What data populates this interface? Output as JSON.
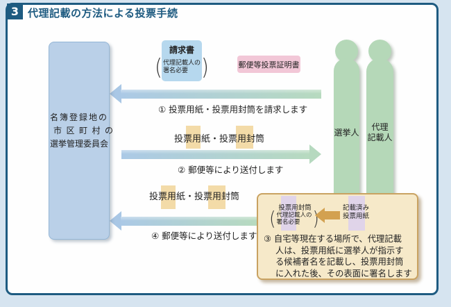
{
  "header": {
    "badge": "3",
    "title": "代理記載の方法による投票手続"
  },
  "committee_box": {
    "line1": "名簿登録地の",
    "line2": "市区町村の",
    "line3": "選挙管理委員会"
  },
  "request_doc": {
    "title": "請求書",
    "paren_open": "(",
    "paren_close": ")",
    "note_line1": "代理記載人の",
    "note_line2": "署名必要"
  },
  "certificate": {
    "label": "郵便等投票証明書"
  },
  "flow": {
    "step1_label": "① 投票用紙・投票用封筒を請求します",
    "item_label_mid": "投票用紙・投票用封筒",
    "step2_label": "② 郵便等により送付します",
    "item_label_low": "投票用紙・投票用封筒",
    "step4_label": "④ 郵便等により送付します"
  },
  "people": {
    "elector_label": "選挙人",
    "proxy_line1": "代理",
    "proxy_line2": "記載人"
  },
  "step3_box": {
    "envelope_title": "投票用封筒",
    "paren_open": "(",
    "paren_close": ")",
    "envelope_note_line1": "代理記載人の",
    "envelope_note_line2": "署名必要",
    "ballot_line1": "記載済み",
    "ballot_line2": "投票用紙",
    "line1": "③ 自宅等現在する場所で、代理記載",
    "line2": "人は、投票用紙に選挙人が指示す",
    "line3": "る候補者名を記載し、投票用封筒",
    "line4": "に入れた後、その表面に署名します"
  },
  "colors": {
    "accent_blue": "#1e5b81",
    "page_bg": "#d6e4f0",
    "committee_blue": "#bad0e8",
    "doc_blue": "#b6d8ee",
    "certificate_pink": "#f2c7d7",
    "person_green": "#b5d8b8",
    "arrow_blue": "#abc9e6",
    "arrow_green": "#b7dabf",
    "step3_bg": "#f6e9c9",
    "step3_border": "#c9a261",
    "highlight_tan": "#f3dba8",
    "highlight_purple": "#e0d4e9",
    "brown_arrow": "#d3a150"
  }
}
